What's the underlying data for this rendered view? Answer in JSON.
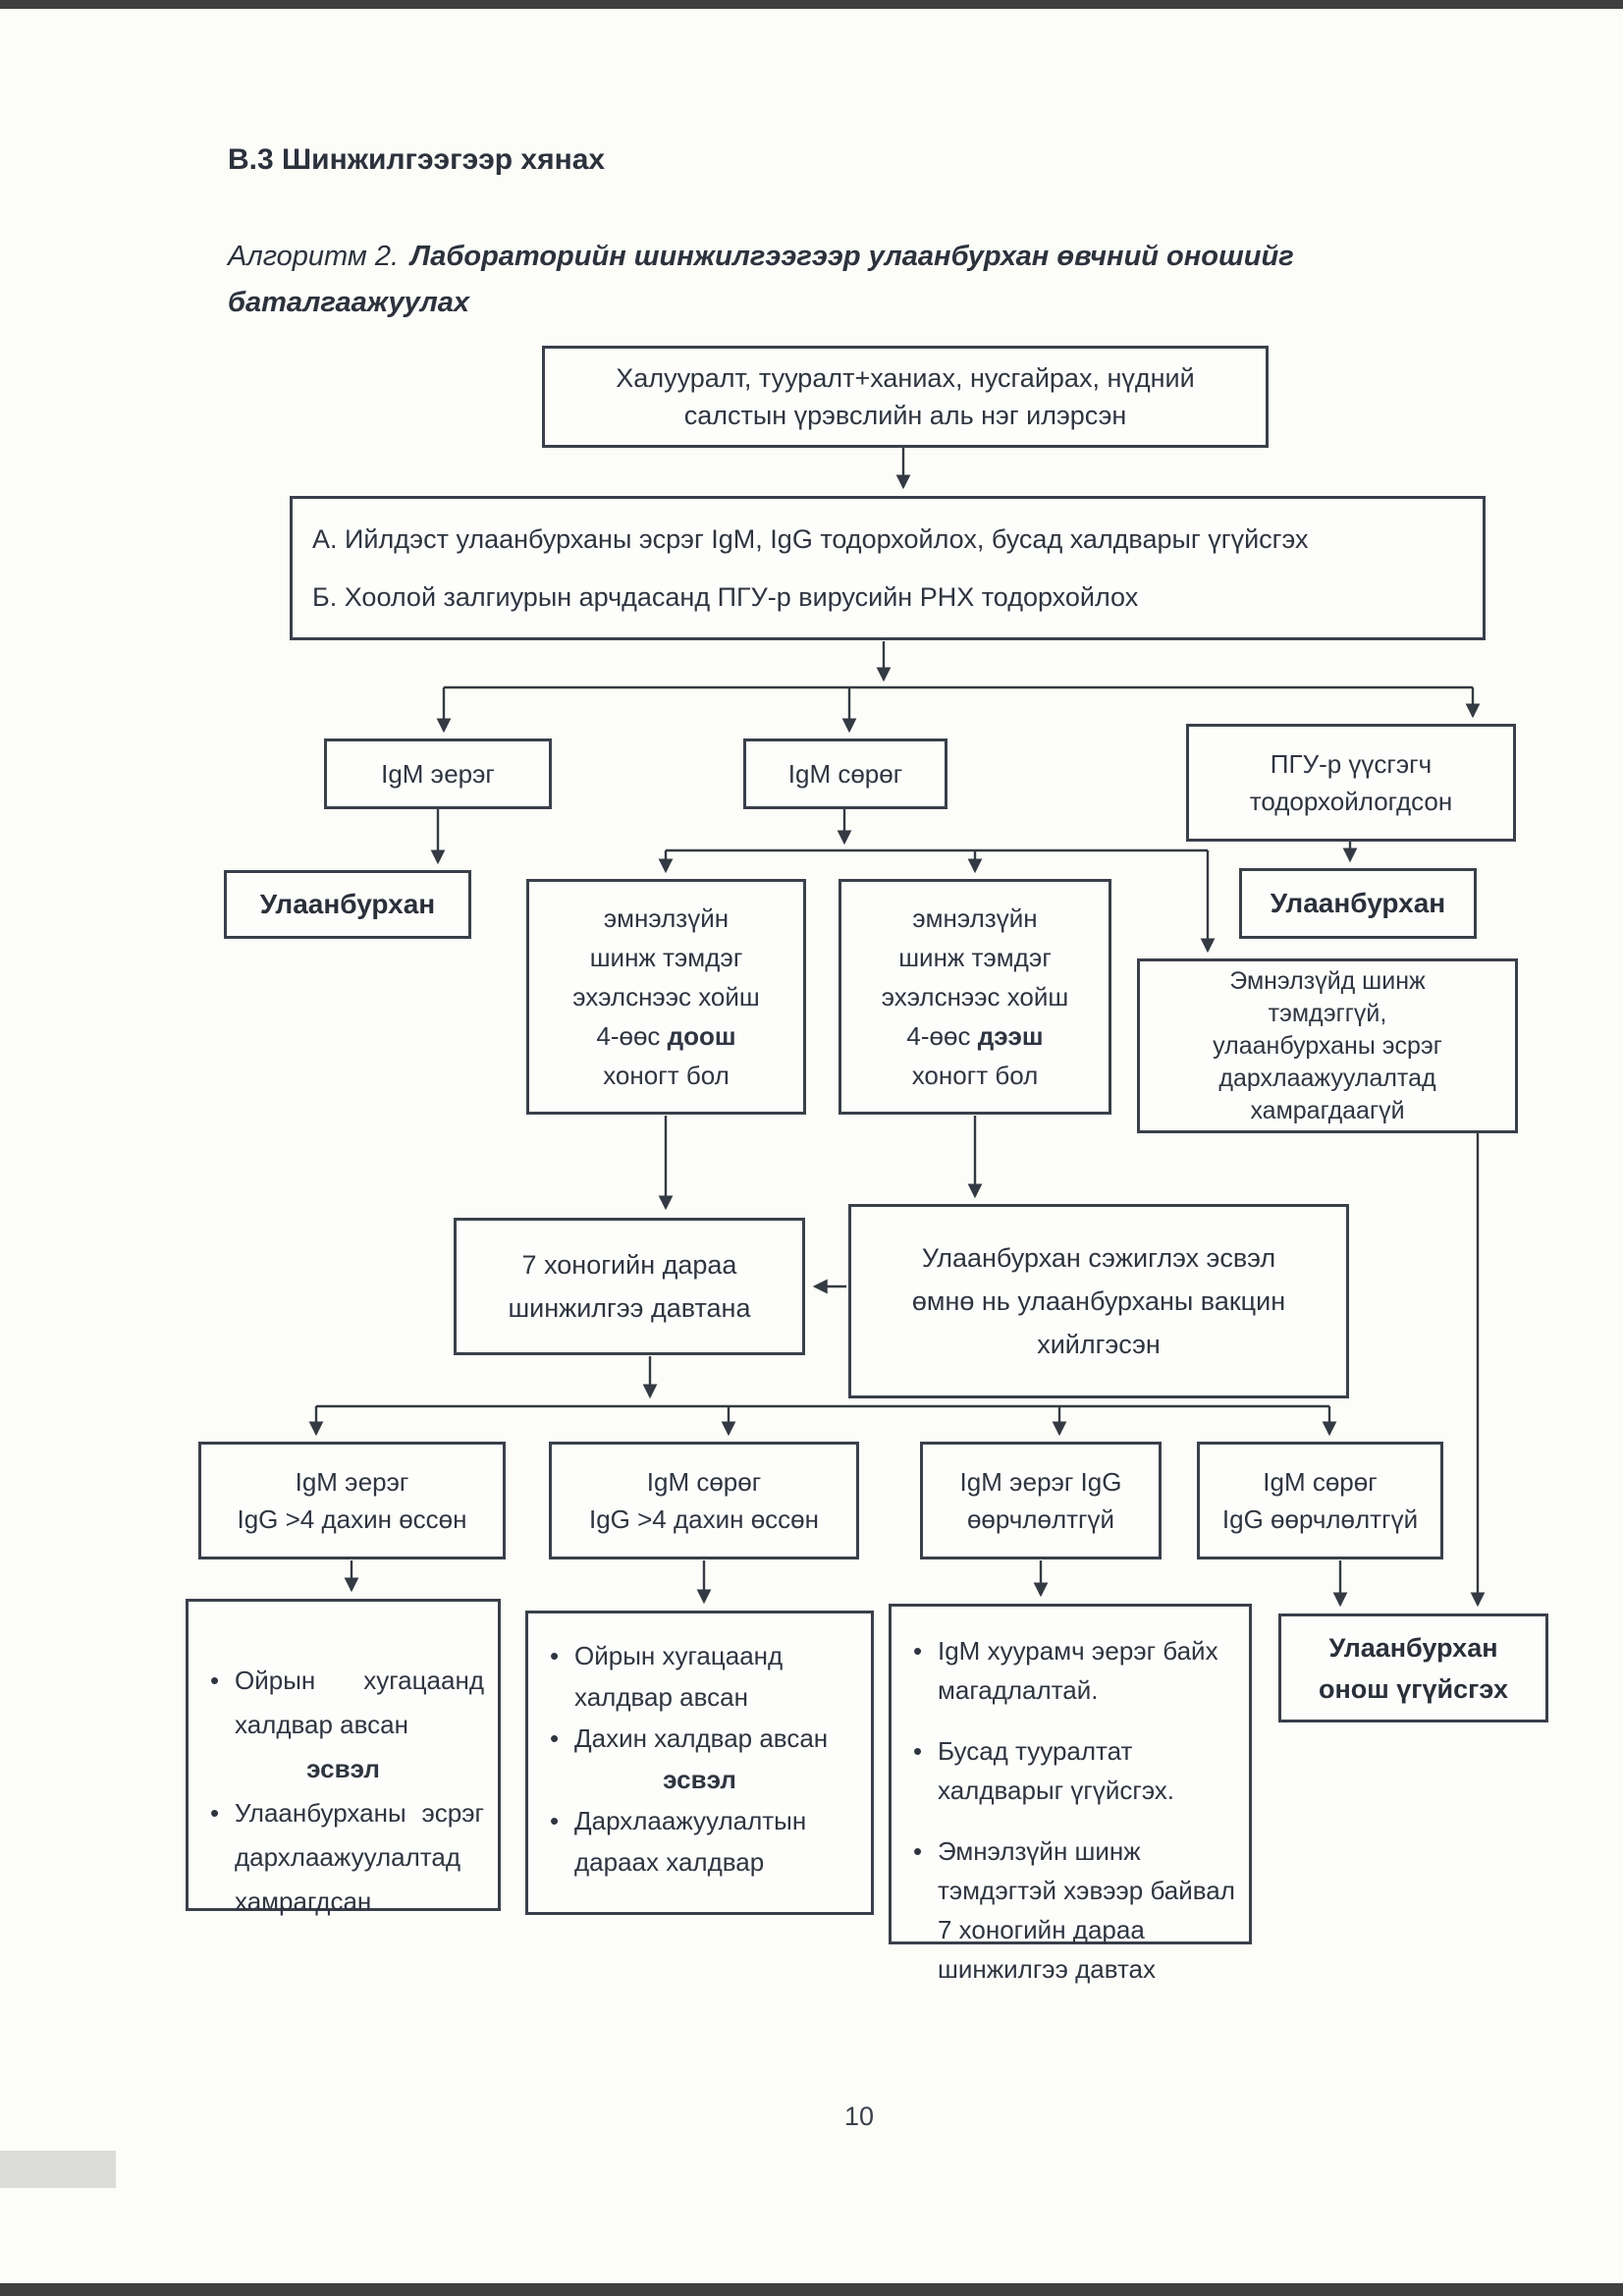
{
  "page": {
    "page_number": "10",
    "ink_color": "#2f3540",
    "border_color": "#3a404a"
  },
  "header": {
    "section_title": "В.3 Шинжилгээгээр хянах",
    "algorithm_label": "Алгоритм 2.",
    "algorithm_title": "Лабораторийн шинжилгээгээр улаанбурхан өвчний оношийг баталгаажуулах"
  },
  "flowchart": {
    "symptoms": {
      "lines": [
        "Халууралт, тууралт+ханиах, нусгайрах, нүдний",
        "салстын үрэвслийн аль нэг илэрсэн"
      ]
    },
    "tests": {
      "lines": [
        "А. Ийлдэст улаанбурханы эсрэг IgM,  IgG тодорхойлох, бусад халдварыг үгүйсгэх",
        "Б. Хоолой залгиурын арчдасанд ПГУ-р вирусийн РНХ тодорхойлох"
      ]
    },
    "igm_positive": {
      "label": "IgM эерэг"
    },
    "igm_negative": {
      "label": "IgM сөрөг"
    },
    "pcr_detected": {
      "lines": [
        "ПГУ-р үүсгэгч",
        "тодорхойлогдсон"
      ]
    },
    "measles_left": {
      "label": "Улаанбурхан"
    },
    "measles_right": {
      "label": "Улаанбурхан"
    },
    "clinical_under4": {
      "lines": [
        "эмнэлзүйн",
        "шинж тэмдэг",
        "эхэлснээс хойш"
      ],
      "qualifier_prefix": "4-өөс",
      "qualifier_bold": "доош",
      "tail": "хоногт бол"
    },
    "clinical_over4": {
      "lines": [
        "эмнэлзүйн",
        "шинж тэмдэг",
        "эхэлснээс хойш"
      ],
      "qualifier_prefix": "4-өөс",
      "qualifier_bold": "дээш",
      "tail": "хоногт бол"
    },
    "no_symptoms": {
      "lines": [
        "Эмнэлзүйд шинж",
        "тэмдэггүй,",
        "улаанбурханы эсрэг",
        "дархлаажуулалтад",
        "хамрагдаагүй"
      ]
    },
    "repeat_test": {
      "lines": [
        "7 хоногийн дараа",
        "шинжилгээ давтана"
      ]
    },
    "suspect_vaccinated": {
      "lines": [
        "Улаанбурхан сэжиглэх эсвэл",
        "өмнө нь улаанбурханы вакцин",
        "хийлгэсэн"
      ]
    },
    "result_igm_pos_igg_rise": {
      "lines": [
        "IgM эерэг",
        "IgG >4 дахин өссөн"
      ]
    },
    "result_igm_neg_igg_rise": {
      "lines": [
        "IgM сөрөг",
        "IgG >4 дахин өссөн"
      ]
    },
    "result_igm_pos_igg_same": {
      "lines": [
        "IgM эерэг IgG",
        "өөрчлөлтгүй"
      ]
    },
    "result_igm_neg_igg_same": {
      "lines": [
        "IgM сөрөг",
        "IgG өөрчлөлтгүй"
      ]
    },
    "outcome_recent_or_vaccinated": {
      "bullet1": "Ойрын хугацаанд халдвар авсан",
      "or_label": "эсвэл",
      "bullet2": "Улаанбурханы эсрэг дархлаажуулалтад хамрагдсан"
    },
    "outcome_reinfection": {
      "bullet1": "Ойрын хугацаанд халдвар авсан",
      "bullet2": "Дахин халдвар авсан",
      "or_label": "эсвэл",
      "bullet3": "Дархлаажуулалтын дараах халдвар"
    },
    "outcome_false_positive": {
      "bullet1": "IgM хуурамч эерэг байх магадлалтай.",
      "bullet2": "Бусад тууралтат халдварыг үгүйсгэх.",
      "bullet3": "Эмнэлзүйн шинж тэмдэгтэй хэвээр байвал 7 хоногийн дараа шинжилгээ давтах"
    },
    "outcome_rule_out": {
      "lines": [
        "Улаанбурхан",
        "онош үгүйсгэх"
      ]
    }
  }
}
